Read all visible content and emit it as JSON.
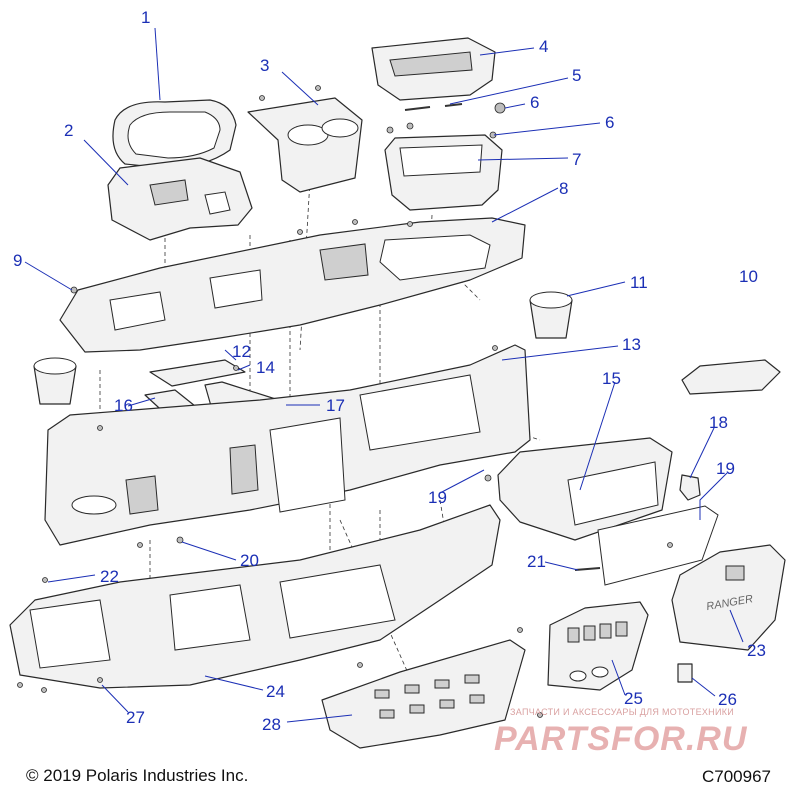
{
  "callouts": [
    "1",
    "2",
    "3",
    "4",
    "5",
    "6",
    "6",
    "7",
    "8",
    "9",
    "10",
    "11",
    "12",
    "13",
    "14",
    "15",
    "16",
    "17",
    "18",
    "19",
    "19",
    "20",
    "21",
    "22",
    "23",
    "24",
    "25",
    "26",
    "27",
    "28"
  ],
  "footer": {
    "copyright": "© 2019 Polaris Industries Inc.",
    "code": "C700967"
  },
  "watermark": {
    "tagline": "ЗАПЧАСТИ И АКСЕССУАРЫ ДЛЯ МОТОТЕХНИКИ",
    "brand": "PARTSFOR.RU"
  },
  "embossed_text": "RANGER",
  "colors": {
    "callout": "#1b2fb5",
    "part_fill": "#f2f2f2",
    "part_stroke": "#2a2a2a",
    "watermark": "#e7b1b1"
  }
}
